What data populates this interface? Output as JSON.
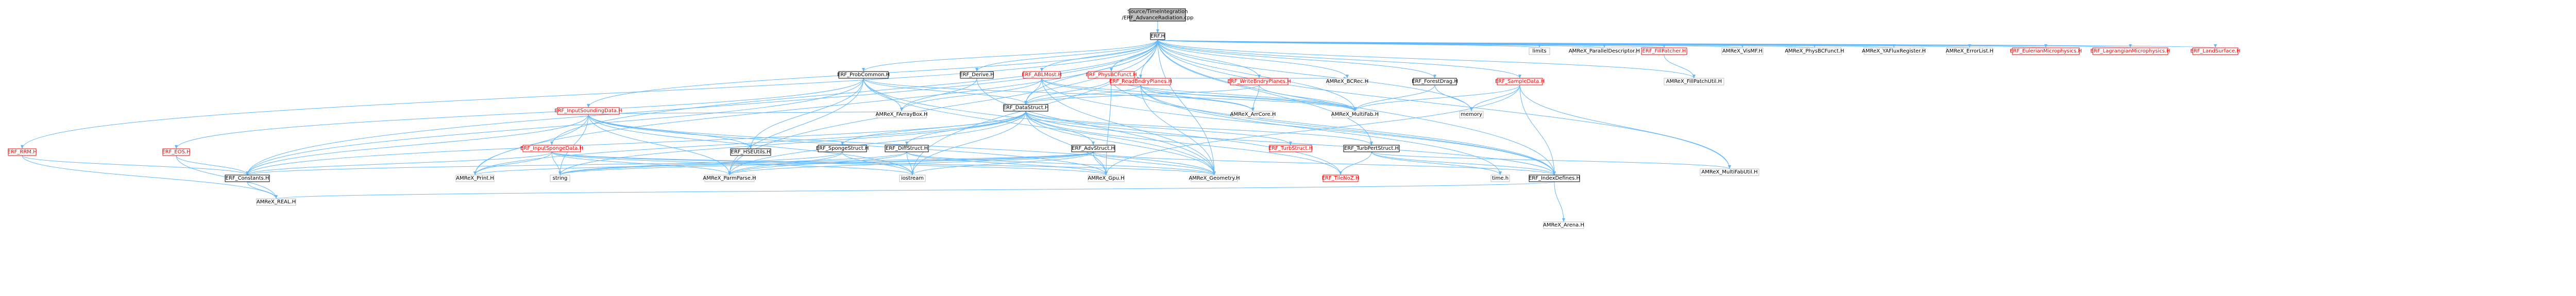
{
  "colors": {
    "edge": "#63B8FF",
    "root_fill": "#BFBFBF",
    "node_fill": "#FFFFFF",
    "node_border_black": "#000000",
    "node_border_red": "#FF0000",
    "node_border_gray": "#BFBFBF",
    "text_black": "#000000",
    "text_red": "#FF0000"
  },
  "nodes": [
    {
      "id": "root",
      "label": "Source/TimeIntegration\n/ERF_AdvanceRadiation.cpp",
      "style": "root"
    },
    {
      "id": "erf_h",
      "label": "ERF.H",
      "style": "black"
    },
    {
      "id": "limits",
      "label": "limits",
      "style": "gray"
    },
    {
      "id": "amrex_pardesc",
      "label": "AMReX_ParallelDescriptor.H",
      "style": "gray"
    },
    {
      "id": "erf_fillpatcher",
      "label": "ERF_FillPatcher.H",
      "style": "red"
    },
    {
      "id": "amrex_visMF",
      "label": "AMReX_VisMF.H",
      "style": "gray"
    },
    {
      "id": "amrex_physbc",
      "label": "AMReX_PhysBCFunct.H",
      "style": "gray"
    },
    {
      "id": "amrex_yafluxreg",
      "label": "AMReX_YAFluxRegister.H",
      "style": "gray"
    },
    {
      "id": "amrex_errorlist",
      "label": "AMReX_ErrorList.H",
      "style": "gray"
    },
    {
      "id": "erf_eulerian",
      "label": "ERF_EulerianMicrophysics.H",
      "style": "red"
    },
    {
      "id": "erf_lagrangian",
      "label": "ERF_LagrangianMicrophysics.H",
      "style": "red"
    },
    {
      "id": "erf_landsurface",
      "label": "ERF_LandSurface.H",
      "style": "red"
    },
    {
      "id": "erf_probcommon",
      "label": "ERF_ProbCommon.H",
      "style": "black"
    },
    {
      "id": "erf_derive",
      "label": "ERF_Derive.H",
      "style": "black"
    },
    {
      "id": "erf_ablmost",
      "label": "ERF_ABLMost.H",
      "style": "red"
    },
    {
      "id": "erf_physbcfunct",
      "label": "ERF_PhysBCFunct.H",
      "style": "red"
    },
    {
      "id": "erf_readbndry",
      "label": "ERF_ReadBndryPlanes.H",
      "style": "red"
    },
    {
      "id": "erf_writebndry",
      "label": "ERF_WriteBndryPlanes.H",
      "style": "red"
    },
    {
      "id": "amrex_bcrec",
      "label": "AMReX_BCRec.H",
      "style": "gray"
    },
    {
      "id": "erf_forestdrag",
      "label": "ERF_ForestDrag.H",
      "style": "black"
    },
    {
      "id": "erf_sampledata",
      "label": "ERF_SampleData.H",
      "style": "red"
    },
    {
      "id": "amrex_fillpatchutil",
      "label": "AMReX_FillPatchUtil.H",
      "style": "gray"
    },
    {
      "id": "erf_inputsounding",
      "label": "ERF_InputSoundingData.H",
      "style": "red"
    },
    {
      "id": "amrex_farraybox",
      "label": "AMReX_FArrayBox.H",
      "style": "gray"
    },
    {
      "id": "erf_datastruct",
      "label": "ERF_DataStruct.H",
      "style": "black"
    },
    {
      "id": "amrex_arrcore",
      "label": "AMReX_ArrCore.H",
      "style": "gray"
    },
    {
      "id": "amrex_multifab",
      "label": "AMReX_MultiFab.H",
      "style": "gray"
    },
    {
      "id": "memory",
      "label": "memory",
      "style": "gray"
    },
    {
      "id": "erf_rrm",
      "label": "ERF_RRM.H",
      "style": "red"
    },
    {
      "id": "erf_eos",
      "label": "ERF_EOS.H",
      "style": "red"
    },
    {
      "id": "erf_hseutils",
      "label": "ERF_HSEUtils.H",
      "style": "black"
    },
    {
      "id": "erf_inputsponge",
      "label": "ERF_InputSpongeData.H",
      "style": "red"
    },
    {
      "id": "erf_spongestruct",
      "label": "ERF_SpongeStruct.H",
      "style": "black"
    },
    {
      "id": "erf_diffstruct",
      "label": "ERF_DiffStruct.H",
      "style": "black"
    },
    {
      "id": "erf_advstruct",
      "label": "ERF_AdvStruct.H",
      "style": "black"
    },
    {
      "id": "erf_turbstruct",
      "label": "ERF_TurbStruct.H",
      "style": "red"
    },
    {
      "id": "erf_turbpert",
      "label": "ERF_TurbPertStruct.H",
      "style": "black"
    },
    {
      "id": "amrex_multifabutil",
      "label": "AMReX_MultiFabUtil.H",
      "style": "gray"
    },
    {
      "id": "erf_constants",
      "label": "ERF_Constants.H",
      "style": "black"
    },
    {
      "id": "amrex_print",
      "label": "AMReX_Print.H",
      "style": "gray"
    },
    {
      "id": "string",
      "label": "string",
      "style": "gray"
    },
    {
      "id": "amrex_parmparse",
      "label": "AMReX_ParmParse.H",
      "style": "gray"
    },
    {
      "id": "iostream",
      "label": "iostream",
      "style": "gray"
    },
    {
      "id": "amrex_gpu",
      "label": "AMReX_Gpu.H",
      "style": "gray"
    },
    {
      "id": "amrex_geometry",
      "label": "AMReX_Geometry.H",
      "style": "gray"
    },
    {
      "id": "erf_tilenoz",
      "label": "ERF_TileNoZ.H",
      "style": "red"
    },
    {
      "id": "time_h",
      "label": "time.h",
      "style": "gray"
    },
    {
      "id": "erf_indexdefines",
      "label": "ERF_IndexDefines.H",
      "style": "black"
    },
    {
      "id": "amrex_real",
      "label": "AMReX_REAL.H",
      "style": "gray"
    },
    {
      "id": "amrex_arena",
      "label": "AMReX_Arena.H",
      "style": "gray"
    }
  ],
  "edges": [
    [
      "root",
      "erf_h"
    ],
    [
      "erf_h",
      "limits"
    ],
    [
      "erf_h",
      "amrex_pardesc"
    ],
    [
      "erf_h",
      "erf_fillpatcher"
    ],
    [
      "erf_h",
      "amrex_visMF"
    ],
    [
      "erf_h",
      "amrex_physbc"
    ],
    [
      "erf_h",
      "amrex_yafluxreg"
    ],
    [
      "erf_h",
      "amrex_errorlist"
    ],
    [
      "erf_h",
      "erf_eulerian"
    ],
    [
      "erf_h",
      "erf_lagrangian"
    ],
    [
      "erf_h",
      "erf_landsurface"
    ],
    [
      "erf_h",
      "erf_probcommon"
    ],
    [
      "erf_h",
      "erf_derive"
    ],
    [
      "erf_h",
      "erf_ablmost"
    ],
    [
      "erf_h",
      "erf_physbcfunct"
    ],
    [
      "erf_h",
      "erf_readbndry"
    ],
    [
      "erf_h",
      "erf_writebndry"
    ],
    [
      "erf_h",
      "amrex_bcrec"
    ],
    [
      "erf_h",
      "erf_forestdrag"
    ],
    [
      "erf_h",
      "erf_sampledata"
    ],
    [
      "erf_h",
      "amrex_fillpatchutil"
    ],
    [
      "erf_h",
      "erf_inputsounding"
    ],
    [
      "erf_h",
      "erf_datastruct"
    ],
    [
      "erf_h",
      "amrex_multifab"
    ],
    [
      "erf_h",
      "memory"
    ],
    [
      "erf_h",
      "erf_rrm"
    ],
    [
      "erf_h",
      "erf_inputsponge"
    ],
    [
      "erf_h",
      "erf_turbpert"
    ],
    [
      "erf_h",
      "amrex_multifabutil"
    ],
    [
      "erf_h",
      "erf_indexdefines"
    ],
    [
      "erf_h",
      "erf_constants"
    ],
    [
      "erf_h",
      "amrex_print"
    ],
    [
      "erf_h",
      "amrex_parmparse"
    ],
    [
      "erf_h",
      "iostream"
    ],
    [
      "erf_h",
      "amrex_geometry"
    ],
    [
      "erf_fillpatcher",
      "amrex_fillpatchutil"
    ],
    [
      "erf_probcommon",
      "amrex_parmparse"
    ],
    [
      "erf_probcommon",
      "amrex_farraybox"
    ],
    [
      "erf_probcommon",
      "amrex_geometry"
    ],
    [
      "erf_probcommon",
      "erf_datastruct"
    ],
    [
      "erf_probcommon",
      "erf_eos"
    ],
    [
      "erf_probcommon",
      "erf_hseutils"
    ],
    [
      "erf_probcommon",
      "erf_tilenoz"
    ],
    [
      "erf_probcommon",
      "amrex_multifab"
    ],
    [
      "erf_probcommon",
      "erf_constants"
    ],
    [
      "erf_derive",
      "amrex_farraybox"
    ],
    [
      "erf_derive",
      "amrex_geometry"
    ],
    [
      "erf_ablmost",
      "amrex_geometry"
    ],
    [
      "erf_ablmost",
      "amrex_arrcore"
    ],
    [
      "erf_ablmost",
      "amrex_multifab"
    ],
    [
      "erf_ablmost",
      "erf_indexdefines"
    ],
    [
      "erf_ablmost",
      "amrex_farraybox"
    ],
    [
      "erf_ablmost",
      "erf_datastruct"
    ],
    [
      "erf_physbcfunct",
      "amrex_bcrec"
    ],
    [
      "erf_physbcfunct",
      "erf_readbndry"
    ],
    [
      "erf_physbcfunct",
      "amrex_multifab"
    ],
    [
      "erf_physbcfunct",
      "erf_indexdefines"
    ],
    [
      "erf_physbcfunct",
      "erf_datastruct"
    ],
    [
      "erf_physbcfunct",
      "amrex_gpu"
    ],
    [
      "erf_readbndry",
      "amrex_arrcore"
    ],
    [
      "erf_readbndry",
      "amrex_multifab"
    ],
    [
      "erf_readbndry",
      "amrex_geometry"
    ],
    [
      "erf_readbndry",
      "erf_indexdefines"
    ],
    [
      "erf_readbndry",
      "erf_datastruct"
    ],
    [
      "erf_readbndry",
      "time_h"
    ],
    [
      "erf_writebndry",
      "amrex_arrcore"
    ],
    [
      "erf_writebndry",
      "amrex_multifab"
    ],
    [
      "erf_writebndry",
      "erf_datastruct"
    ],
    [
      "erf_forestdrag",
      "amrex_multifab"
    ],
    [
      "erf_forestdrag",
      "memory"
    ],
    [
      "erf_sampledata",
      "memory"
    ],
    [
      "erf_sampledata",
      "amrex_multifabutil"
    ],
    [
      "erf_sampledata",
      "erf_indexdefines"
    ],
    [
      "erf_sampledata",
      "amrex_multifab"
    ],
    [
      "erf_sampledata",
      "amrex_gpu"
    ],
    [
      "erf_inputsounding",
      "amrex_print"
    ],
    [
      "erf_inputsounding",
      "amrex_parmparse"
    ],
    [
      "erf_inputsounding",
      "amrex_farraybox"
    ],
    [
      "erf_inputsounding",
      "erf_hseutils"
    ],
    [
      "erf_inputsounding",
      "erf_constants"
    ],
    [
      "erf_inputsounding",
      "amrex_geometry"
    ],
    [
      "erf_inputsounding",
      "iostream"
    ],
    [
      "erf_inputsounding",
      "string"
    ],
    [
      "erf_inputsounding",
      "amrex_gpu"
    ],
    [
      "erf_datastruct",
      "erf_spongestruct"
    ],
    [
      "erf_datastruct",
      "erf_diffstruct"
    ],
    [
      "erf_datastruct",
      "erf_advstruct"
    ],
    [
      "erf_datastruct",
      "erf_turbstruct"
    ],
    [
      "erf_datastruct",
      "erf_turbpert"
    ],
    [
      "erf_datastruct",
      "amrex_parmparse"
    ],
    [
      "erf_datastruct",
      "amrex_print"
    ],
    [
      "erf_datastruct",
      "amrex_gpu"
    ],
    [
      "erf_datastruct",
      "amrex_geometry"
    ],
    [
      "erf_datastruct",
      "erf_constants"
    ],
    [
      "erf_datastruct",
      "erf_indexdefines"
    ],
    [
      "erf_datastruct",
      "iostream"
    ],
    [
      "erf_datastruct",
      "string"
    ],
    [
      "erf_datastruct",
      "erf_tilenoz"
    ],
    [
      "erf_spongestruct",
      "string"
    ],
    [
      "erf_spongestruct",
      "iostream"
    ],
    [
      "erf_spongestruct",
      "amrex_parmparse"
    ],
    [
      "erf_diffstruct",
      "string"
    ],
    [
      "erf_diffstruct",
      "iostream"
    ],
    [
      "erf_diffstruct",
      "amrex_parmparse"
    ],
    [
      "erf_diffstruct",
      "amrex_gpu"
    ],
    [
      "erf_diffstruct",
      "amrex_geometry"
    ],
    [
      "erf_advstruct",
      "string"
    ],
    [
      "erf_advstruct",
      "iostream"
    ],
    [
      "erf_advstruct",
      "amrex_parmparse"
    ],
    [
      "erf_advstruct",
      "amrex_print"
    ],
    [
      "erf_advstruct",
      "amrex_gpu"
    ],
    [
      "erf_advstruct",
      "amrex_geometry"
    ],
    [
      "erf_advstruct",
      "erf_constants"
    ],
    [
      "erf_advstruct",
      "erf_indexdefines"
    ],
    [
      "erf_turbpert",
      "erf_indexdefines"
    ],
    [
      "erf_turbpert",
      "time_h"
    ],
    [
      "erf_turbpert",
      "erf_tilenoz"
    ],
    [
      "erf_turbpert",
      "amrex_multifabutil"
    ],
    [
      "erf_inputsponge",
      "amrex_print"
    ],
    [
      "erf_inputsponge",
      "amrex_parmparse"
    ],
    [
      "erf_inputsponge",
      "amrex_geometry"
    ],
    [
      "erf_inputsponge",
      "erf_constants"
    ],
    [
      "erf_inputsponge",
      "iostream"
    ],
    [
      "erf_inputsponge",
      "string"
    ],
    [
      "erf_inputsponge",
      "amrex_gpu"
    ],
    [
      "erf_rrm",
      "erf_constants"
    ],
    [
      "erf_rrm",
      "amrex_real"
    ],
    [
      "erf_eos",
      "erf_constants"
    ],
    [
      "erf_eos",
      "amrex_real"
    ],
    [
      "erf_constants",
      "amrex_real"
    ],
    [
      "erf_indexdefines",
      "amrex_real"
    ],
    [
      "erf_indexdefines",
      "amrex_arena"
    ]
  ]
}
